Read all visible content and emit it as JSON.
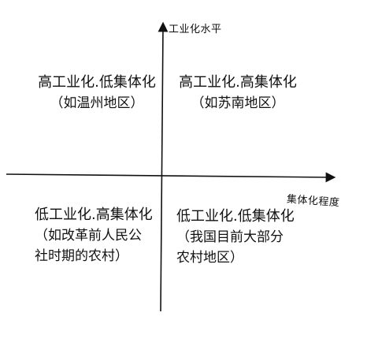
{
  "axes": {
    "y_label": "工业化水平",
    "x_label": "集体化程度"
  },
  "quadrants": {
    "top_left": {
      "title": "高工业化.低集体化",
      "lines": [
        "（如温州地区）"
      ]
    },
    "top_right": {
      "title": "高工业化.高集体化",
      "lines": [
        "（如苏南地区）"
      ]
    },
    "bottom_left": {
      "title": "低工业化.高集体化",
      "lines": [
        "（如改革前人民公",
        "社时期的农村）"
      ]
    },
    "bottom_right": {
      "title": "低工业化.低集体化",
      "lines": [
        "（我国目前大部分",
        "农村地区）"
      ]
    }
  },
  "colors": {
    "ink": "#111111",
    "background": "#ffffff"
  }
}
